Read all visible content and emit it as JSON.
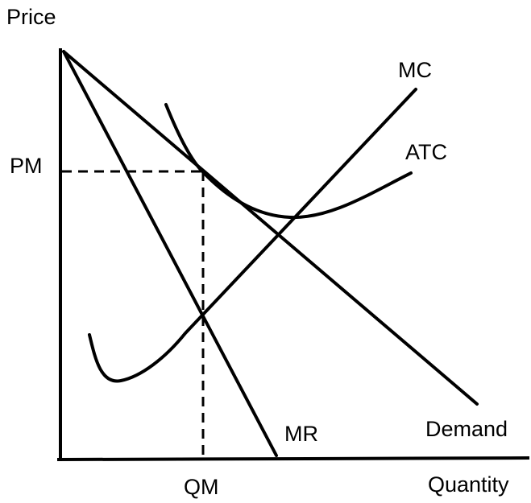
{
  "axes": {
    "y_label": "Price",
    "x_label": "Quantity"
  },
  "markers": {
    "price_level": "PM",
    "quantity_level": "QM"
  },
  "curves": {
    "demand": "Demand",
    "marginal_revenue": "MR",
    "marginal_cost": "MC",
    "average_total_cost": "ATC"
  },
  "colors": {
    "ink": "#000000",
    "background": "#ffffff"
  }
}
